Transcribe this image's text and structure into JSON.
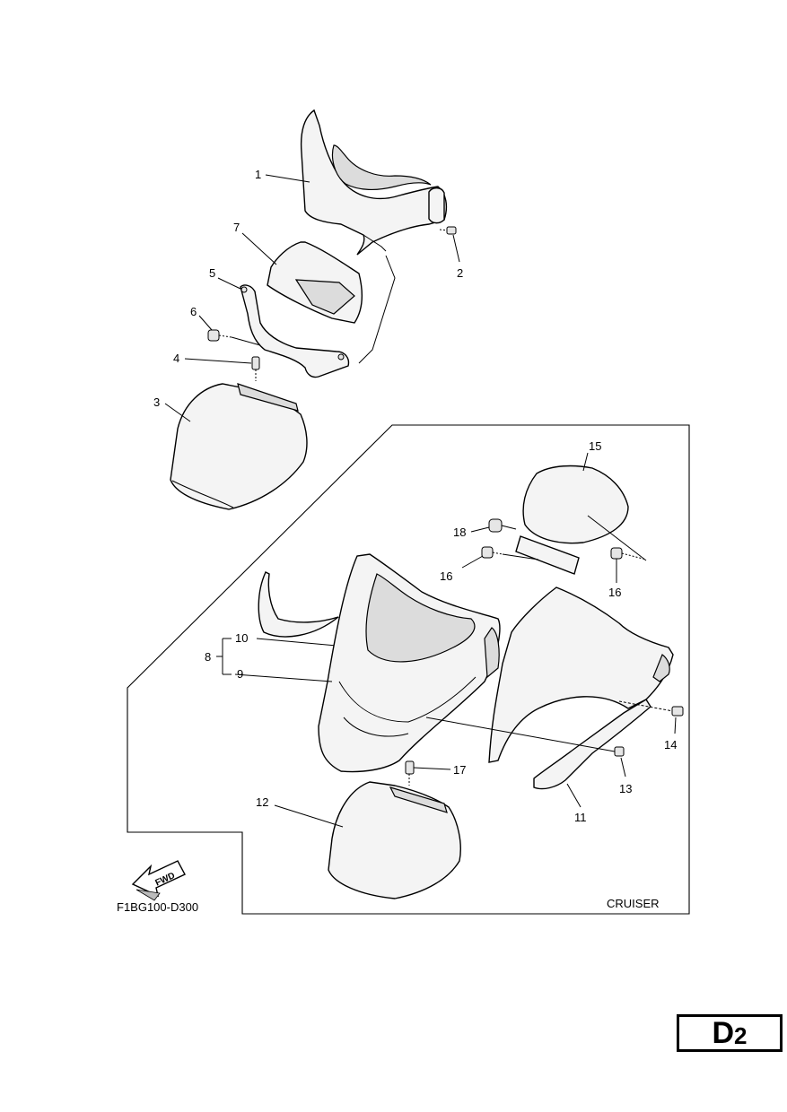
{
  "callouts": {
    "c1": "1",
    "c2": "2",
    "c3": "3",
    "c4": "4",
    "c5": "5",
    "c6": "6",
    "c7": "7",
    "c8": "8",
    "c9": "9",
    "c10": "10",
    "c11": "11",
    "c12": "12",
    "c13": "13",
    "c14": "14",
    "c15": "15",
    "c16a": "16",
    "c16b": "16",
    "c17": "17",
    "c18": "18"
  },
  "fwd_label": "FWD",
  "diagram_code": "F1BG100-D300",
  "variant_label": "CRUISER",
  "page_tag": {
    "letter": "D",
    "number": "2"
  },
  "icons": {
    "fwd_arrow": "fwd-arrow-icon"
  }
}
